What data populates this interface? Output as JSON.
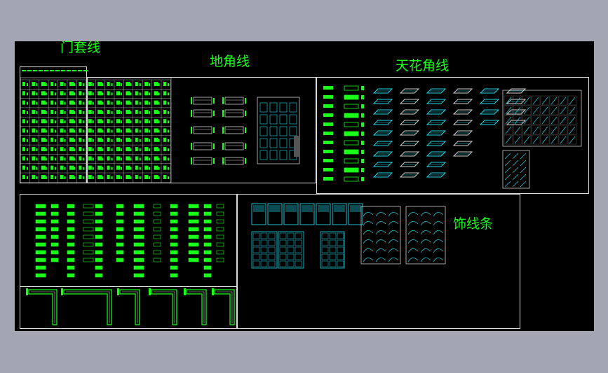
{
  "drawing": {
    "background": "#000000",
    "accent_green": "#19ff19",
    "accent_cyan": "#22d6e8",
    "frame_color": "#dcdcdc"
  },
  "sections": {
    "door_frame": {
      "label": "门套线"
    },
    "baseboard": {
      "label": "地角线"
    },
    "ceiling_corner": {
      "label": "天花角线"
    },
    "decor_strip": {
      "label": "饰线条"
    }
  }
}
